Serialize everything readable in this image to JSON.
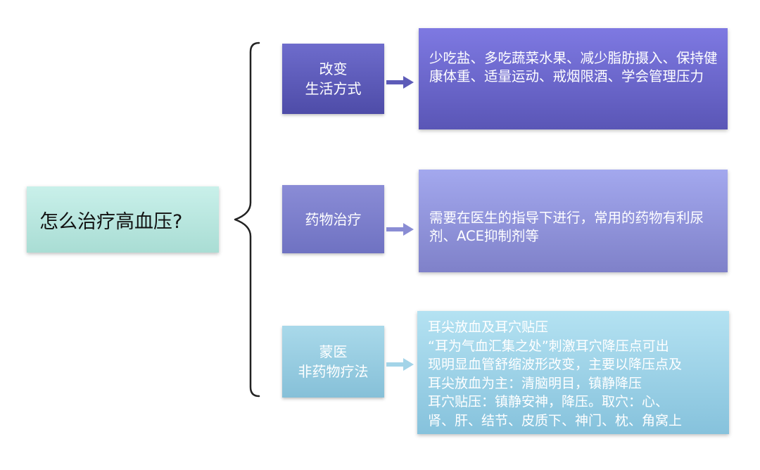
{
  "root": {
    "title": "怎么治疗高血压?"
  },
  "branches": [
    {
      "label_lines": [
        "改变",
        "生活方式"
      ],
      "detail": "少吃盐、多吃蔬菜水果、减少脂肪摄入、保持健康体重、适量运动、戒烟限酒、学会管理压力"
    },
    {
      "label_lines": [
        "药物治疗"
      ],
      "detail": "需要在医生的指导下进行，常用的药物有利尿剂、ACE抑制剂等"
    },
    {
      "label_lines": [
        "蒙医",
        "非药物疗法"
      ],
      "detail_lines": [
        "耳尖放血及耳穴贴压",
        "“耳为气血汇集之处”刺激耳穴降压点可出",
        "现明显血管舒缩波形改变，主要以降压点及",
        "耳尖放血为主：清脑明目，镇静降压",
        "耳穴贴压：镇静安神，降压。取穴：心、",
        "肾、肝、结节、皮质下、神门、枕、角窝上"
      ]
    }
  ],
  "colors": {
    "root_bg": "#b8e6df",
    "branch1": "#5d5bb8",
    "branch2": "#7c7fca",
    "branch3": "#97cde1",
    "brace": "#222222"
  }
}
